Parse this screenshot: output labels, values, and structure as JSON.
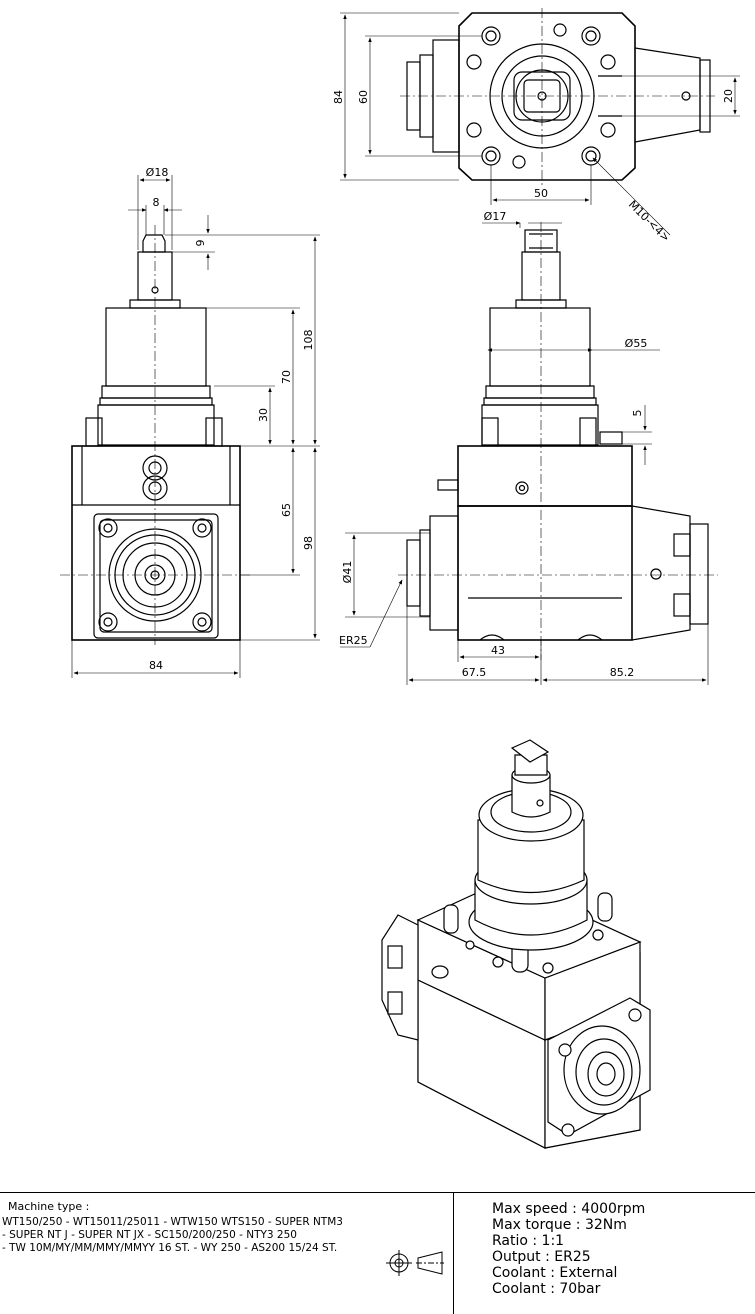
{
  "dimensions": {
    "d84_top": "84",
    "d60": "60",
    "d20": "20",
    "d50": "50",
    "m10": "M10-<4>",
    "dia18": "Ø18",
    "d8": "8",
    "d9": "9",
    "d108": "108",
    "d70": "70",
    "d30": "30",
    "d65": "65",
    "d98": "98",
    "d84_left": "84",
    "dia17": "Ø17",
    "dia55": "Ø55",
    "d5": "5",
    "dia41": "Ø41",
    "er25": "ER25",
    "d43": "43",
    "d67_5": "67.5",
    "d85_2": "85.2"
  },
  "machine": {
    "title": "Machine type :",
    "lines": [
      "WT150/250 - WT15011/25011 - WTW150 WTS150 - SUPER NTM3",
      "- SUPER NT J - SUPER NT JX - SC150/200/250 - NTY3 250",
      "- TW 10M/MY/MM/MMY/MMYY 16 ST. - WY 250 - AS200 15/24 ST."
    ]
  },
  "specs": [
    "Max speed : 4000rpm",
    "Max torque : 32Nm",
    "Ratio : 1:1",
    "Output : ER25",
    "Coolant : External",
    "Coolant : 70bar"
  ],
  "icons": {
    "projection": "first-angle-projection-icon"
  }
}
